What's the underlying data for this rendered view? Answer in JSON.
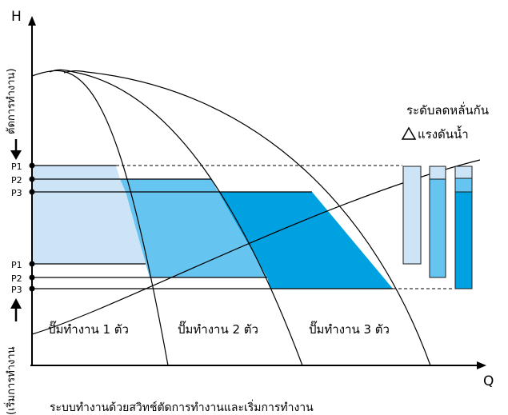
{
  "axes": {
    "y_label": "H",
    "x_label": "Q",
    "y_side_top": "ตัดการทำงาน)",
    "y_side_bottom": "(เริ่มการทำงาน"
  },
  "pressure_levels": {
    "upper": [
      "P1",
      "P2",
      "P3"
    ],
    "lower": [
      "P1",
      "P2",
      "P3"
    ]
  },
  "regions": {
    "one_pump": "ปั๊มทำงาน  1  ตัว",
    "two_pumps": "ปั๊มทำงาน 2  ตัว",
    "three_pumps": "ปั๊มทำงาน  3  ตัว"
  },
  "legend": {
    "line1": "ระดับลดหลั่นกัน",
    "line2": "แรงดันน้ำ"
  },
  "caption": "ระบบทำงานด้วยสวิทช์ตัดการทำงานและเริ่มการทำงาน",
  "colors": {
    "light": "#cce4f6",
    "medium": "#66c5f0",
    "dark": "#00a1e1",
    "line": "#000000",
    "bar_outline": "#1a1a1a"
  }
}
